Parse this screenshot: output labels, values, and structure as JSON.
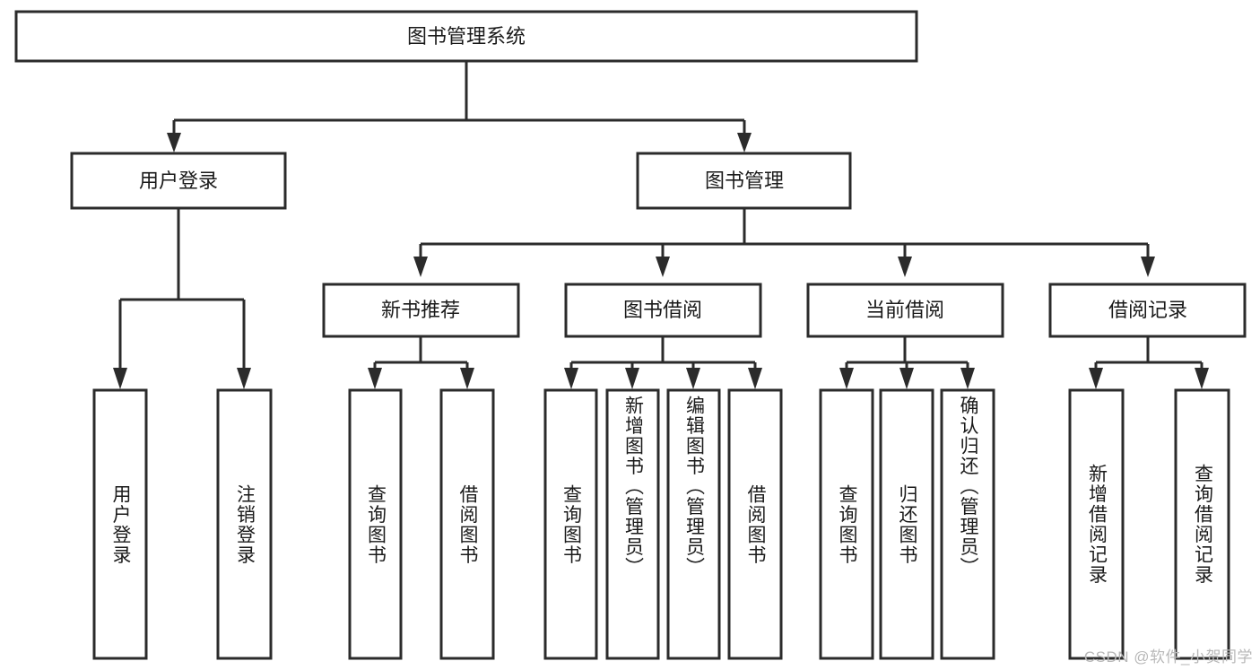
{
  "diagram": {
    "title": "图书管理系统",
    "type": "hierarchy-tree",
    "watermark": "CSDN @软件_小贺同学",
    "colors": {
      "stroke": "#2b2b2b",
      "fill": "#ffffff",
      "text": "#1a1a1a",
      "watermark": "#b8b8b8",
      "background": "#ffffff"
    },
    "root": {
      "label": "图书管理系统"
    },
    "level1": [
      {
        "label": "用户登录"
      },
      {
        "label": "图书管理"
      }
    ],
    "level2": [
      {
        "label": "新书推荐"
      },
      {
        "label": "图书借阅"
      },
      {
        "label": "当前借阅"
      },
      {
        "label": "借阅记录"
      }
    ],
    "leaves": {
      "user_login": [
        {
          "label": "用户登录"
        },
        {
          "label": "注销登录"
        }
      ],
      "new_book_recommend": [
        {
          "label": "查询图书"
        },
        {
          "label": "借阅图书"
        }
      ],
      "book_borrow": [
        {
          "label": "查询图书"
        },
        {
          "label": "新增图书（管理员）"
        },
        {
          "label": "编辑图书（管理员）"
        },
        {
          "label": "借阅图书"
        }
      ],
      "current_borrow": [
        {
          "label": "查询图书"
        },
        {
          "label": "归还图书"
        },
        {
          "label": "确认归还（管理员）"
        }
      ],
      "borrow_record": [
        {
          "label": "新增借阅记录"
        },
        {
          "label": "查询借阅记录"
        }
      ]
    }
  }
}
